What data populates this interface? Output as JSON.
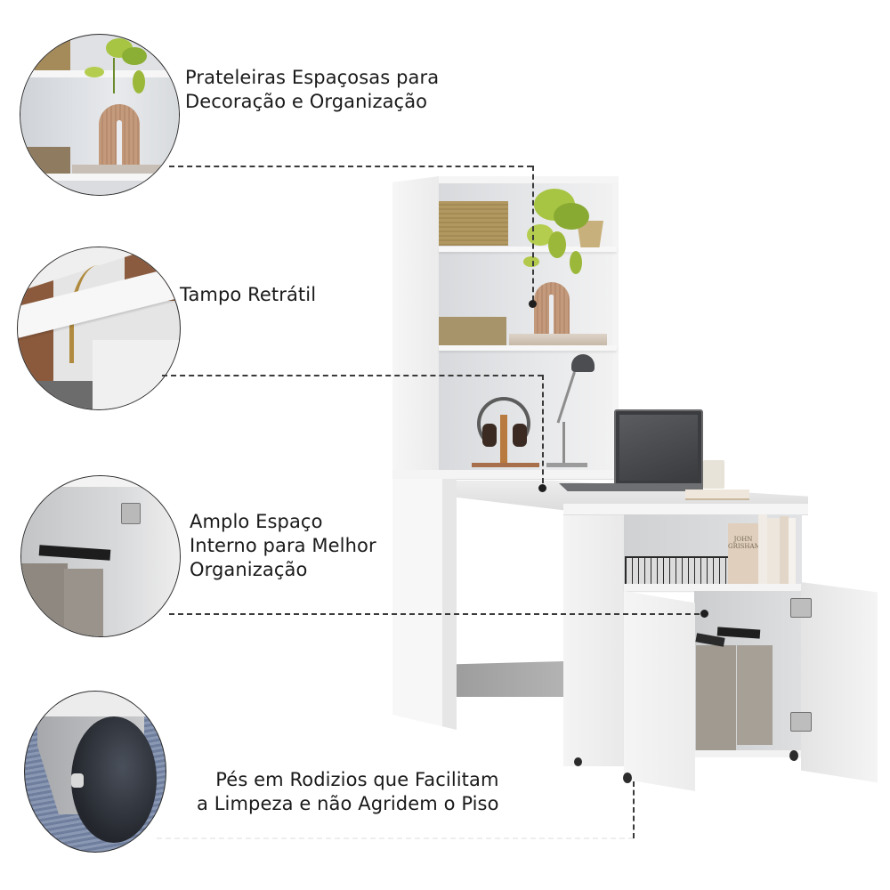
{
  "features": [
    {
      "id": "shelves",
      "lines": [
        "Prateleiras Espaçosas para",
        "Decoração e Organização"
      ],
      "inset_subject": "shelf-with-plant-and-vase"
    },
    {
      "id": "retractable-top",
      "lines": [
        "Tampo Retrátil"
      ],
      "inset_subject": "retractable-desktop-hinge"
    },
    {
      "id": "internal-space",
      "lines": [
        "Amplo Espaço",
        "Interno para Melhor",
        "Organização"
      ],
      "inset_subject": "cabinet-interior-with-files"
    },
    {
      "id": "casters",
      "lines": [
        "Pés em Rodizios que Facilitam",
        "a Limpeza e não Agridem o Piso"
      ],
      "inset_subject": "caster-wheel"
    }
  ],
  "product": {
    "name": "desk-with-hutch-and-mobile-cabinet",
    "color": "#f2f2f2",
    "book_spine_text": [
      "JOHN",
      "GRISHAM"
    ]
  },
  "colors": {
    "text": "#1a1a1a",
    "leader_line": "#3a3a3a",
    "furniture_white": "#f2f2f2",
    "plant_green": "#9cb83a",
    "vase_tan": "#c49a7c",
    "box_tan": "#a8946a",
    "wheel_dark": "#2e323a",
    "floor_blue": "#7b8aa8"
  }
}
